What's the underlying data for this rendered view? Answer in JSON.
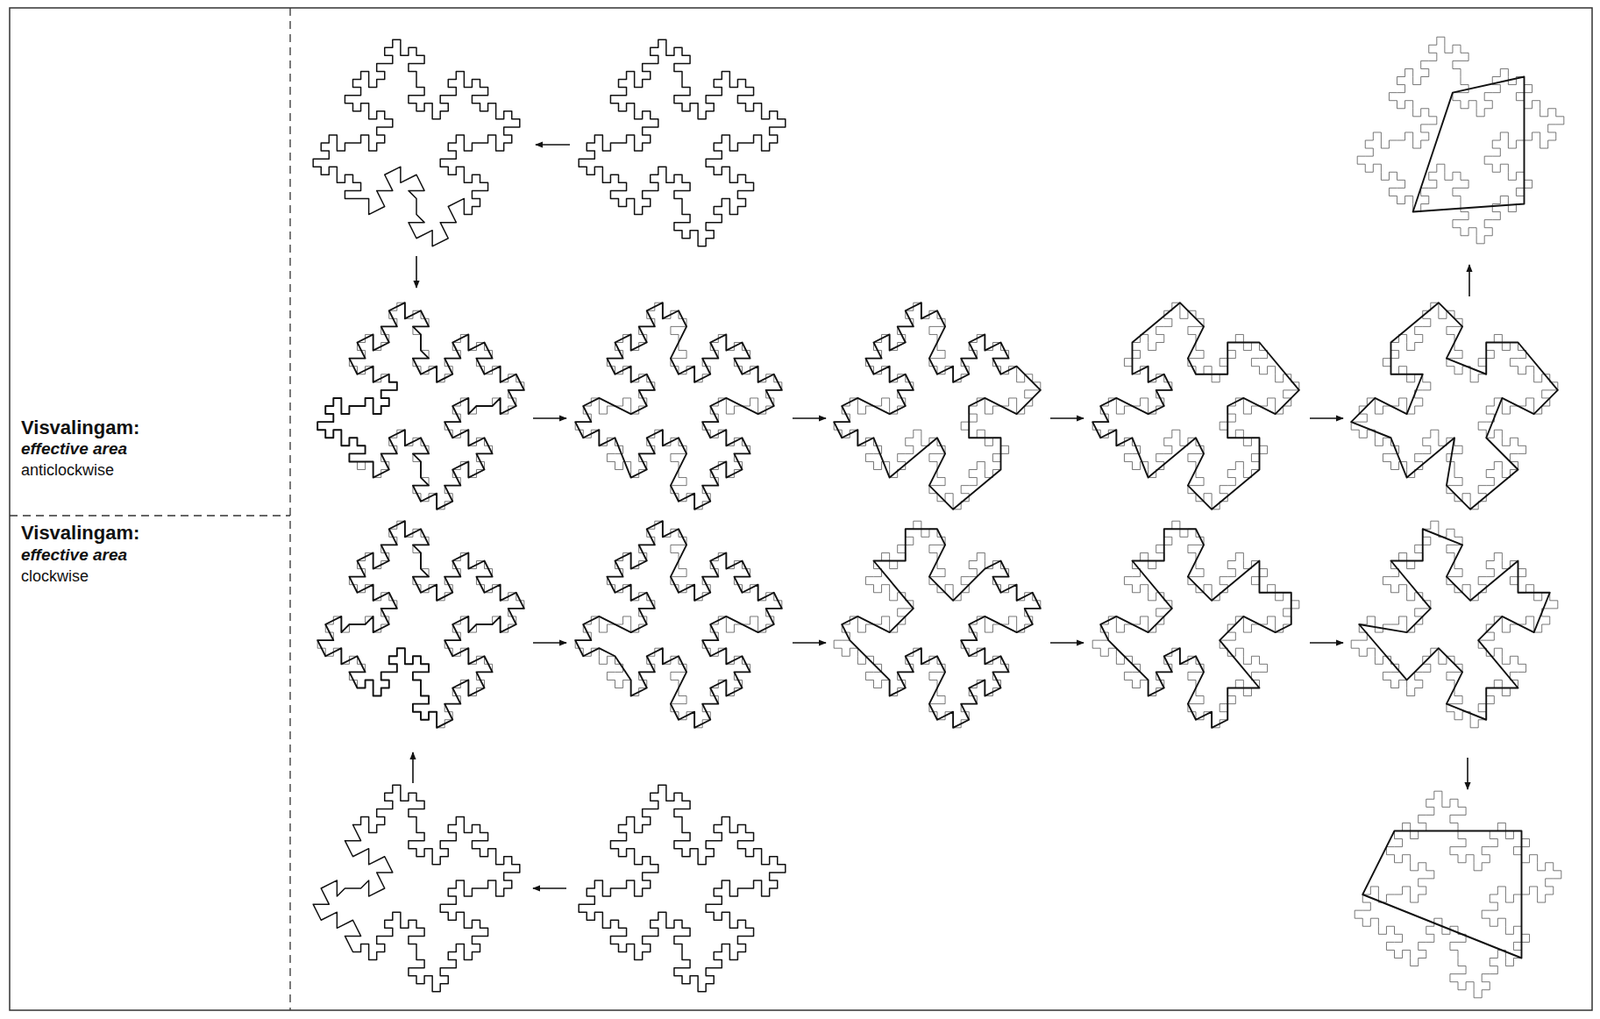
{
  "diagram": {
    "labels": [
      "Visvalingam:",
      "effective area",
      "anticlockwise",
      "Visvalingam:",
      "effective area",
      "clockwise"
    ]
  }
}
